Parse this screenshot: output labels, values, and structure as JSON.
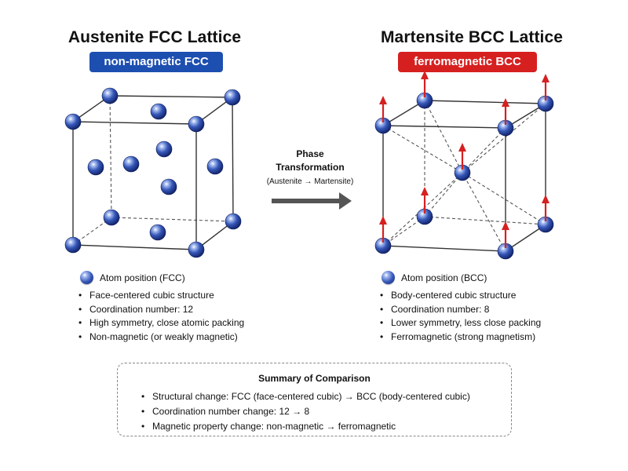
{
  "left": {
    "title": "Austenite FCC Lattice",
    "badge": "non-magnetic FCC",
    "legend": "Atom position (FCC)",
    "bullets": [
      "Face-centered cubic structure",
      "Coordination number: 12",
      "High symmetry, close atomic packing",
      "Non-magnetic (or weakly magnetic)"
    ]
  },
  "right": {
    "title": "Martensite BCC Lattice",
    "badge": "ferromagnetic BCC",
    "legend": "Atom position (BCC)",
    "bullets": [
      "Body-centered cubic structure",
      "Coordination number: 8",
      "Lower symmetry, less close packing",
      "Ferromagnetic (strong magnetism)"
    ]
  },
  "transition": {
    "title_line1": "Phase",
    "title_line2": "Transformation",
    "subtitle": "(Austenite → Martensite)"
  },
  "summary": {
    "title": "Summary of Comparison",
    "items": [
      "Structural change: FCC (face-centered cubic) → BCC (body-centered cubic)",
      "Coordination number change: 12 → 8",
      "Magnetic property change: non-magnetic → ferromagnetic"
    ]
  },
  "colors": {
    "fcc_badge": "#1d4fb0",
    "bcc_badge": "#d62020",
    "atom": "#2f4fae",
    "spin_arrow": "#d62020",
    "transition_arrow": "#555555"
  },
  "icons": {
    "atom": "blue-sphere-icon",
    "spin": "red-up-arrow-icon",
    "transition": "right-arrow-icon"
  }
}
